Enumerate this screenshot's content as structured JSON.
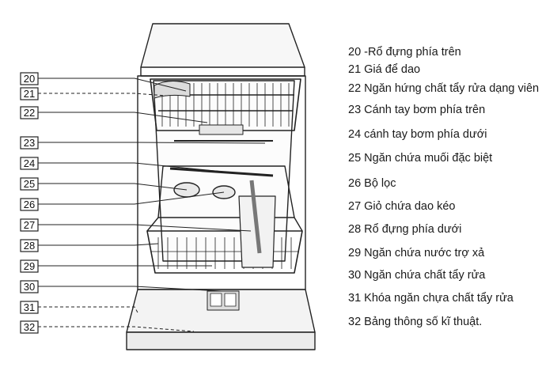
{
  "callouts": [
    "20",
    "21",
    "22",
    "23",
    "24",
    "25",
    "26",
    "27",
    "28",
    "29",
    "30",
    "31",
    "32"
  ],
  "legend": [
    "20 -Rổ đựng phía trên",
    "21 Giá để dao",
    "22 Ngăn hứng chất tẩy rửa dạng viên",
    "23 Cánh tay bơm phía trên",
    "24 cánh tay bơm phía dưới",
    "25 Ngăn chứa muối đặc biệt",
    "26 Bộ lọc",
    "27 Giỏ chứa dao kéo",
    "28 Rổ đựng phía dưới",
    "29 Ngăn chứa nước trợ xả",
    "30 Ngăn chứa chất tẩy rửa",
    "31 Khóa ngăn chựa chất tẩy rửa",
    "32 Bảng thông số kĩ thuật."
  ],
  "colors": {
    "line": "#222222",
    "background": "#ffffff"
  }
}
